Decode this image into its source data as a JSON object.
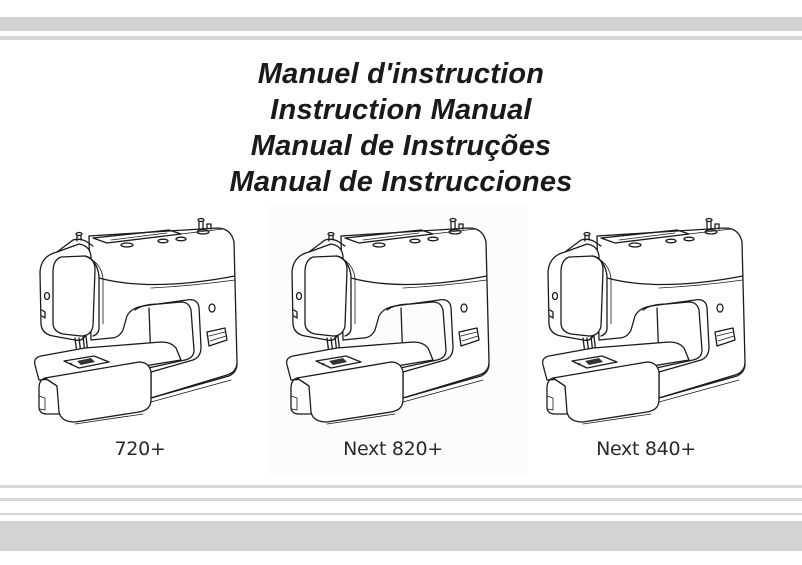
{
  "document": {
    "titles": [
      "Manuel d'instruction",
      "Instruction Manual",
      "Manual de Instruções",
      "Manual de Instrucciones"
    ],
    "products": [
      {
        "model": "720+",
        "icon": "sewing-machine-icon"
      },
      {
        "model": "Next 820+",
        "icon": "sewing-machine-icon"
      },
      {
        "model": "Next 840+",
        "icon": "sewing-machine-icon"
      }
    ]
  },
  "colors": {
    "bands": "#d3d3d3",
    "text": "#1a1a1a",
    "background": "#ffffff"
  }
}
